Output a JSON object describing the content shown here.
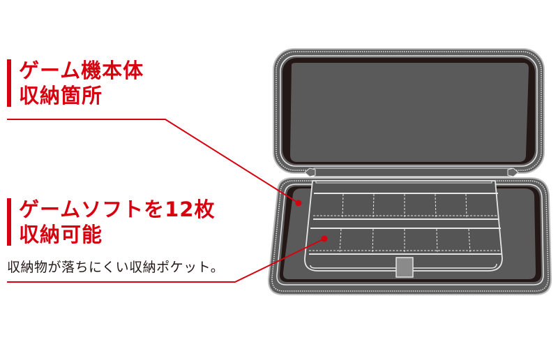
{
  "callouts": [
    {
      "title_line1": "ゲーム機本体",
      "title_line2": "収納箇所",
      "target": "upper-lid-compartment"
    },
    {
      "title_line1": "ゲームソフトを12枚",
      "title_line2": "収納可能",
      "description": "収納物が落ちにくい収納ポケット。",
      "target": "game-card-pockets"
    }
  ],
  "product": {
    "name": "game-console-carrying-case",
    "card_slots_per_row": 6,
    "card_slot_rows": 2,
    "card_slots_total": 12
  },
  "colors": {
    "accent_red": "#d7000f",
    "case_gray": "#5a5a5a",
    "case_dark": "#231815",
    "stitch_light": "#e6e6e6"
  }
}
